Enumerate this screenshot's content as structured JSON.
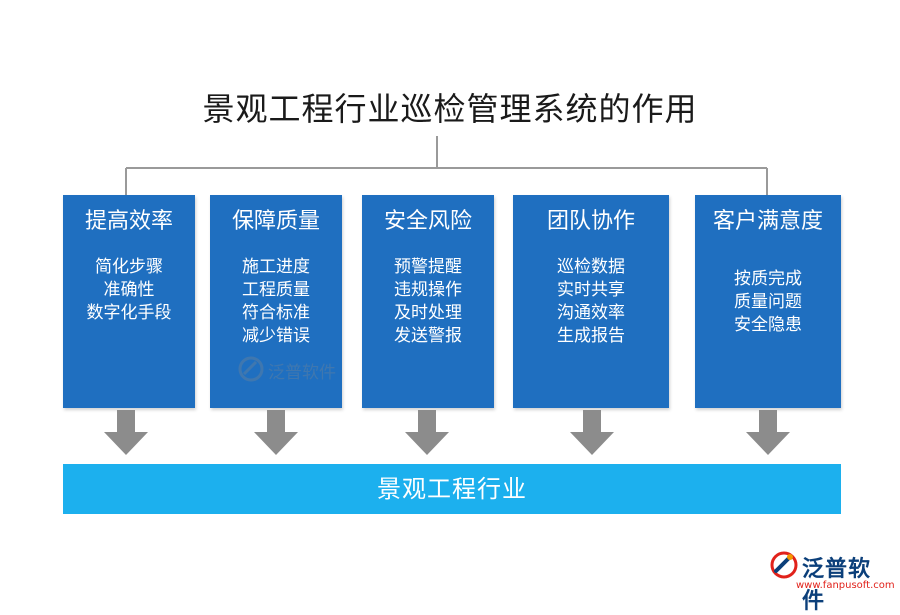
{
  "title": "景观工程行业巡检管理系统的作用",
  "cards": [
    {
      "title": "提高效率",
      "items": [
        "简化步骤",
        "准确性",
        "数字化手段"
      ]
    },
    {
      "title": "保障质量",
      "items": [
        "施工进度",
        "工程质量",
        "符合标准",
        "减少错误"
      ]
    },
    {
      "title": "安全风险",
      "items": [
        "预警提醒",
        "违规操作",
        "及时处理",
        "发送警报"
      ]
    },
    {
      "title": "团队协作",
      "items": [
        "巡检数据",
        "实时共享",
        "沟通效率",
        "生成报告"
      ]
    },
    {
      "title": "客户满意度",
      "items": [
        "按质完成",
        "质量问题",
        "安全隐患"
      ]
    }
  ],
  "bottom_band": "景观工程行业",
  "watermark": "泛普软件",
  "logo": {
    "name": "泛普软件",
    "url": "www.fanpusoft.com"
  },
  "colors": {
    "card": "#1f6fc0",
    "band": "#1cb0ee",
    "arrow": "#8c8c8c",
    "connector": "#9a9a9a"
  }
}
